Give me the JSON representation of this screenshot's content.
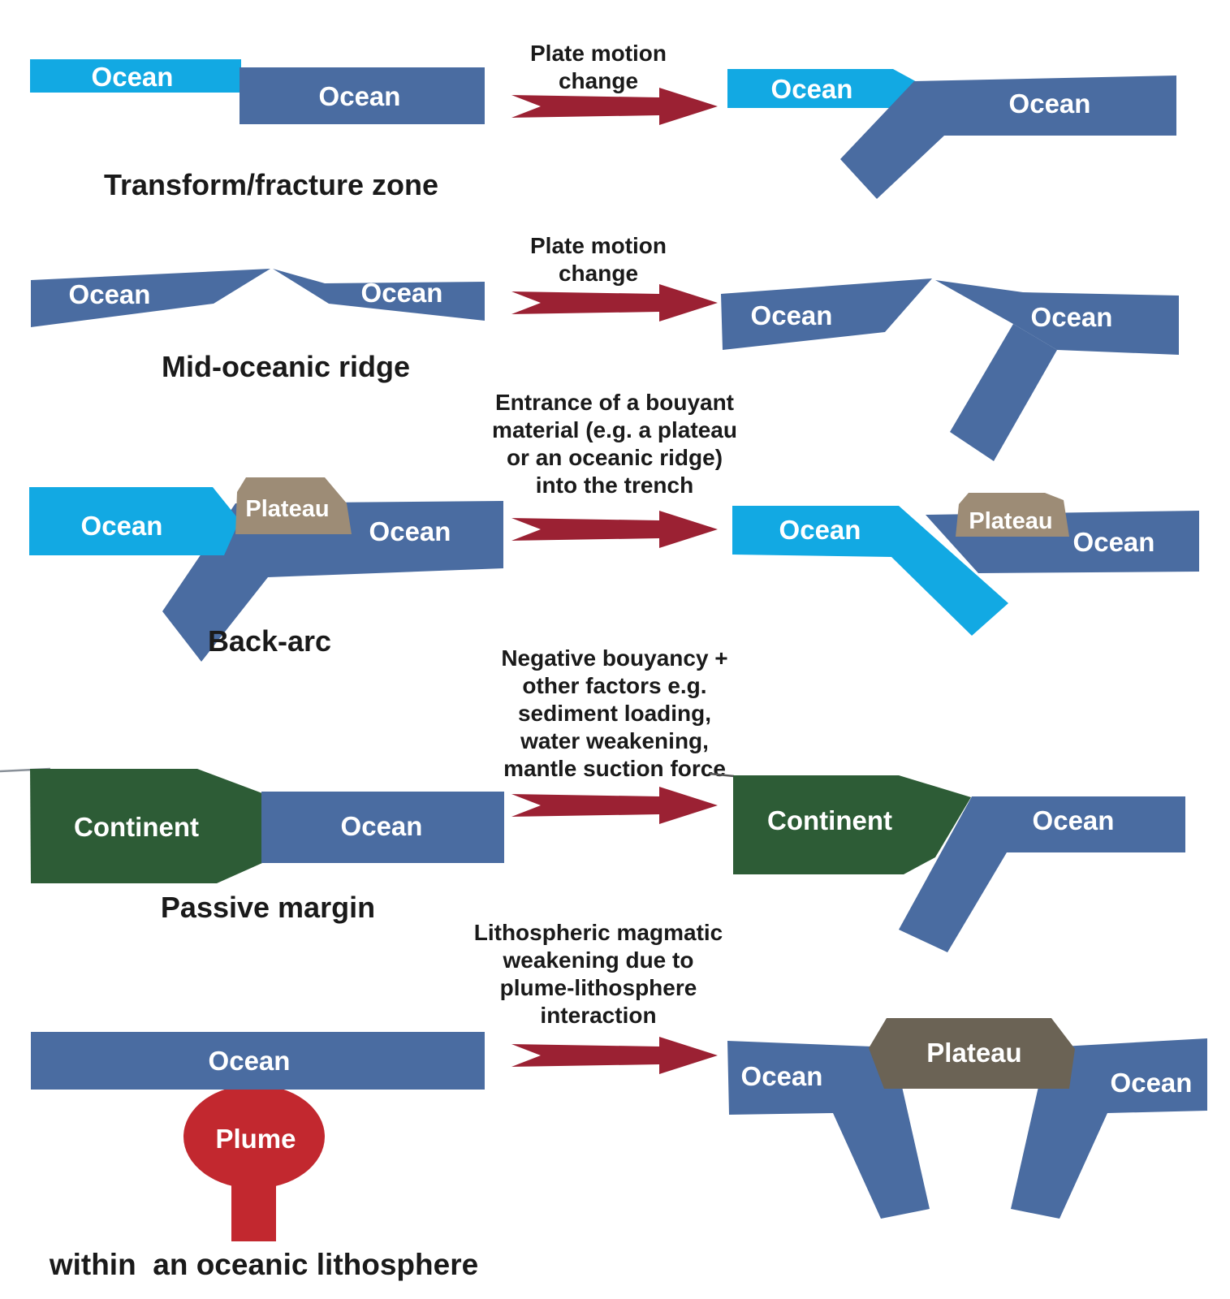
{
  "colors": {
    "ocean_young": "#12a9e3",
    "ocean": "#4a6ca1",
    "continent": "#2d5c36",
    "plateau": "#9d8c76",
    "plateau_dark": "#6b6355",
    "plume": "#c2282f",
    "arrow": "#9b2133",
    "text": "#1a1a1a"
  },
  "rows": [
    {
      "label": "Transform/fracture zone",
      "annotation": [
        "Plate motion",
        "change"
      ],
      "before": {
        "plate1": "Ocean",
        "plate2": "Ocean"
      },
      "after": {
        "plate1": "Ocean",
        "plate2": "Ocean"
      }
    },
    {
      "label": "Mid-oceanic ridge",
      "annotation": [
        "Plate motion",
        "change"
      ],
      "before": {
        "plate1": "Ocean",
        "plate2": "Ocean"
      },
      "after": {
        "plate1": "Ocean",
        "plate2": "Ocean"
      }
    },
    {
      "label": "Back-arc",
      "annotation": [
        "Entrance of a bouyant",
        "material (e.g. a plateau",
        "or an oceanic ridge)",
        "into the trench"
      ],
      "before": {
        "plate1": "Ocean",
        "plateau": "Plateau",
        "plate2": "Ocean"
      },
      "after": {
        "plate1": "Ocean",
        "plateau": "Plateau",
        "plate2": "Ocean"
      }
    },
    {
      "label": "Passive margin",
      "annotation": [
        "Negative bouyancy +",
        "other factors e.g.",
        "sediment loading,",
        "water weakening,",
        "mantle suction force"
      ],
      "before": {
        "continent": "Continent",
        "ocean": "Ocean"
      },
      "after": {
        "continent": "Continent",
        "ocean": "Ocean"
      }
    },
    {
      "label": "within  an oceanic lithosphere",
      "annotation": [
        "Lithospheric magmatic",
        "weakening due to",
        "plume-lithosphere",
        "interaction"
      ],
      "before": {
        "ocean": "Ocean",
        "plume": "Plume"
      },
      "after": {
        "plate1": "Ocean",
        "plateau": "Plateau",
        "plate2": "Ocean"
      }
    }
  ]
}
